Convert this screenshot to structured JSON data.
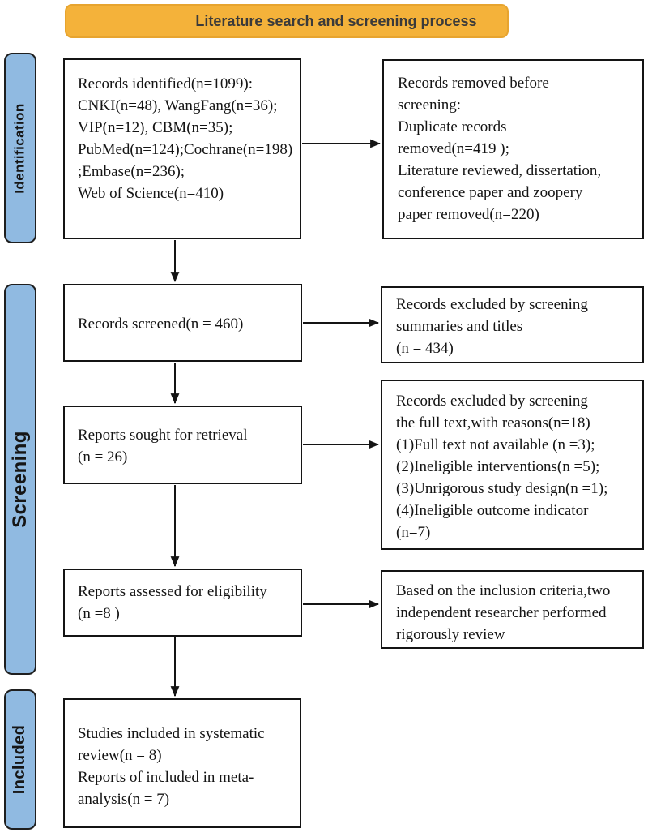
{
  "header": {
    "title": "Literature search and screening process"
  },
  "sidebar": {
    "stages": [
      {
        "id": "identification",
        "label": "Identification"
      },
      {
        "id": "screening",
        "label": "Screening"
      },
      {
        "id": "included",
        "label": "Included"
      }
    ]
  },
  "flow": {
    "records_identified": "Records identified(n=1099):\nCNKI(n=48), WangFang(n=36);\nVIP(n=12), CBM(n=35);\nPubMed(n=124);Cochrane(n=198)\n;Embase(n=236);\nWeb of Science(n=410)",
    "records_removed": "Records removed before\nscreening:\nDuplicate records\nremoved(n=419 );\nLiterature reviewed, dissertation,\nconference paper and zoopery\npaper removed(n=220)",
    "records_screened": "Records screened(n = 460)",
    "excluded_titles": "Records excluded by screening\nsummaries and titles\n(n = 434)",
    "reports_sought": "Reports sought for retrieval\n(n = 26)",
    "excluded_fulltext": "Records excluded by screening\nthe full text,with reasons(n=18)\n(1)Full text not available (n =3);\n(2)Ineligible interventions(n =5);\n(3)Unrigorous study design(n =1);\n(4)Ineligible outcome indicator\n(n=7)",
    "reports_assessed": "Reports assessed for eligibility\n(n =8 )",
    "criteria_note": "Based on the inclusion criteria,two\nindependent researcher performed\nrigorously review",
    "studies_included": "Studies included in systematic\nreview(n = 8)\nReports of included in meta-\nanalysis(n = 7)"
  },
  "colors": {
    "banner_orange": "#F4B23A",
    "ribbon_blue": "#90BAE1",
    "line_black": "#141414"
  }
}
